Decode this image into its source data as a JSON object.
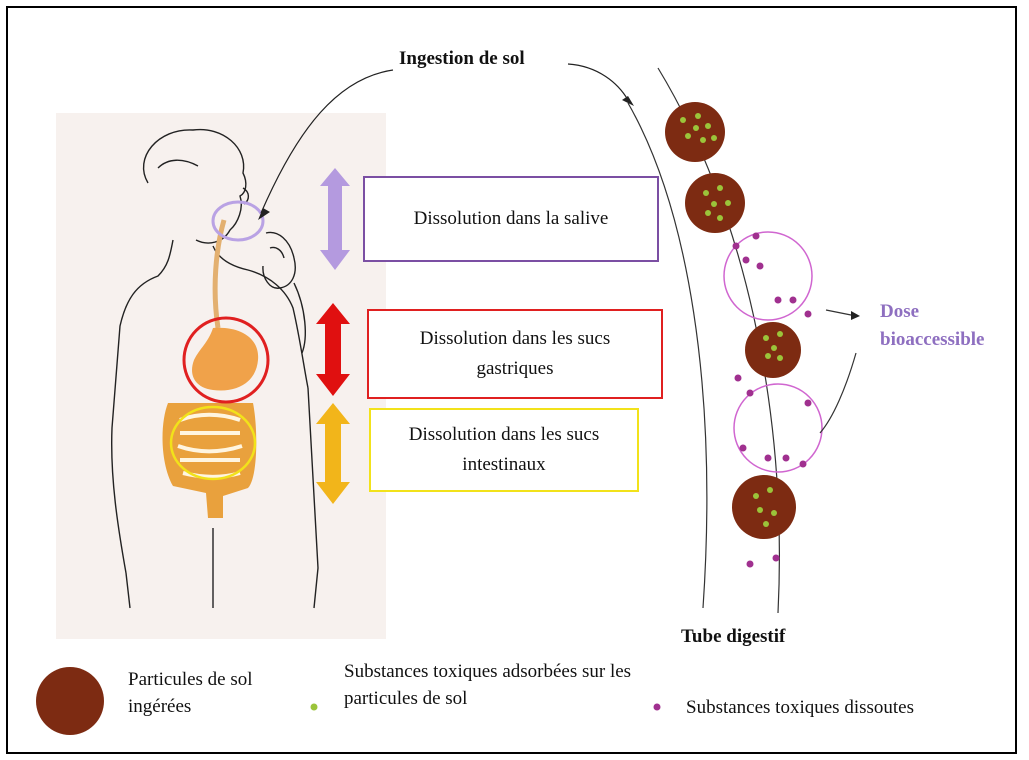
{
  "title": "Ingestion de sol",
  "stages": [
    {
      "label": "Dissolution dans la salive",
      "color": "#7b4fa3",
      "arrow": "#b49adf"
    },
    {
      "label": "Dissolution dans les sucs gastriques",
      "color": "#e02020",
      "arrow": "#e01010"
    },
    {
      "label": "Dissolution dans les sucs intestinaux",
      "color": "#f2e21a",
      "arrow": "#f2b51a"
    }
  ],
  "dose_label": "Dose bioaccessible",
  "tube_label": "Tube digestif",
  "legend": {
    "particles": "Particules de sol ingérées",
    "adsorbed": "Substances toxiques adsorbées sur les particules de sol",
    "dissolved": "Substances toxiques dissoutes"
  },
  "colors": {
    "particle": "#7d2b12",
    "adsorbed_dot": "#9bc43a",
    "dissolved_dot": "#a0308f",
    "mouth": "#b9a2e4",
    "stomach": "#f0a24a",
    "intestine": "#e9a13d"
  }
}
